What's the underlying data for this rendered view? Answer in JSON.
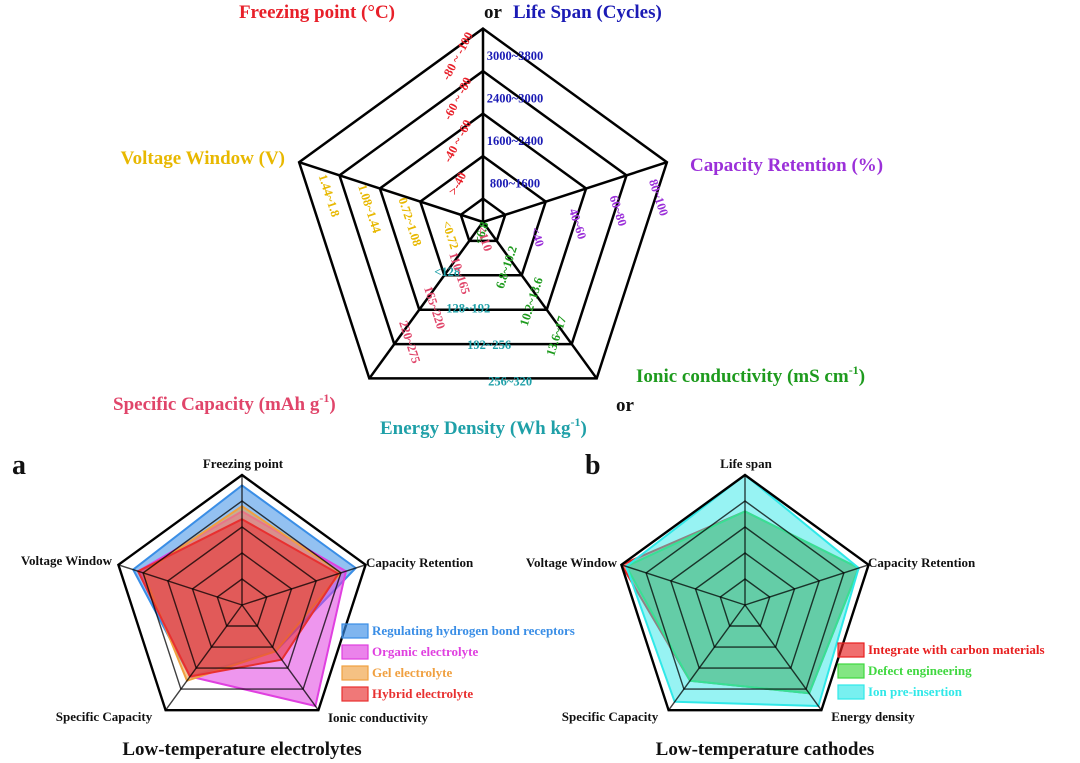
{
  "colors": {
    "freezing": "#e8202a",
    "lifespan": "#1b1bb5",
    "capacity_retention": "#9b30d9",
    "ionic": "#1e9b1e",
    "energy": "#1fa0a8",
    "specific_capacity": "#e0456a",
    "voltage": "#e8b800",
    "grid": "#000000"
  },
  "top_chart": {
    "labels": {
      "freezing": "Freezing point (°C)",
      "or1": "or",
      "lifespan": "Life Span (Cycles)",
      "capacity_retention": "Capacity Retention (%)",
      "voltage": "Voltage Window (V)",
      "ionic": "Ionic conductivity (mS cm",
      "ionic_sup": "-1",
      "ionic_close": ")",
      "or2": "or",
      "energy": "Energy Density (Wh kg",
      "energy_sup": "-1",
      "energy_close": ")",
      "specific_capacity": "Specific Capacity (mAh g",
      "sc_sup": "-1",
      "sc_close": ")"
    },
    "ticks": {
      "freezing": [
        ">-40",
        "-40 ~ -60",
        "-60 ~ -80",
        "-80 ~ -100"
      ],
      "lifespan": [
        "800~1600",
        "1600~2400",
        "2400~3000",
        "3000~3800"
      ],
      "capacity_retention": [
        "<40",
        "40~60",
        "60~80",
        "80~100"
      ],
      "ionic": [
        "<6.8",
        "6.8~10.2",
        "10.2~13.6",
        "13.6~17"
      ],
      "energy": [
        "<128",
        "128~192",
        "192~256",
        "256~320"
      ],
      "specific_capacity": [
        "<110",
        "110~165",
        "165~220",
        "220~275"
      ],
      "voltage": [
        "<0.72",
        "0.72~1.08",
        "1.08~1.44",
        "1.44~1.8"
      ]
    }
  },
  "chart_data": [
    {
      "type": "radar",
      "panel": "a",
      "title": "Low-temperature electrolytes",
      "axes": [
        "Freezing point",
        "Capacity Retention",
        "Ionic conductivity",
        "Specific Capacity",
        "Voltage Window"
      ],
      "levels": 5,
      "range": [
        0,
        5
      ],
      "series": [
        {
          "name": "Regulating hydrogen bond receptors",
          "color": "#3a8ee6",
          "values": [
            4.6,
            4.6,
            2.2,
            3.4,
            4.4
          ]
        },
        {
          "name": "Organic electrolyte",
          "color": "#e040e0",
          "values": [
            3.6,
            4.2,
            4.8,
            3.4,
            4.2
          ]
        },
        {
          "name": "Gel electrolyte",
          "color": "#f0a040",
          "values": [
            3.8,
            4.0,
            2.2,
            3.6,
            4.0
          ]
        },
        {
          "name": "Hybrid electrolyte",
          "color": "#e83030",
          "values": [
            3.3,
            3.9,
            2.6,
            3.4,
            4.2
          ]
        }
      ]
    },
    {
      "type": "radar",
      "panel": "b",
      "title": "Low-temperature cathodes",
      "axes": [
        "Life span",
        "Capacity Retention",
        "Energy density",
        "Specific Capacity",
        "Voltage Window"
      ],
      "levels": 5,
      "range": [
        0,
        5
      ],
      "series": [
        {
          "name": "Integrate with carbon materials",
          "color": "#e82020",
          "values": [
            3.6,
            4.6,
            4.2,
            3.6,
            5.0
          ]
        },
        {
          "name": "Defect engineering",
          "color": "#40d840",
          "values": [
            3.6,
            4.6,
            4.2,
            3.6,
            4.8
          ]
        },
        {
          "name": "Ion pre-insertion",
          "color": "#30e8e8",
          "values": [
            5.0,
            4.6,
            4.8,
            4.6,
            4.8
          ]
        }
      ]
    }
  ]
}
